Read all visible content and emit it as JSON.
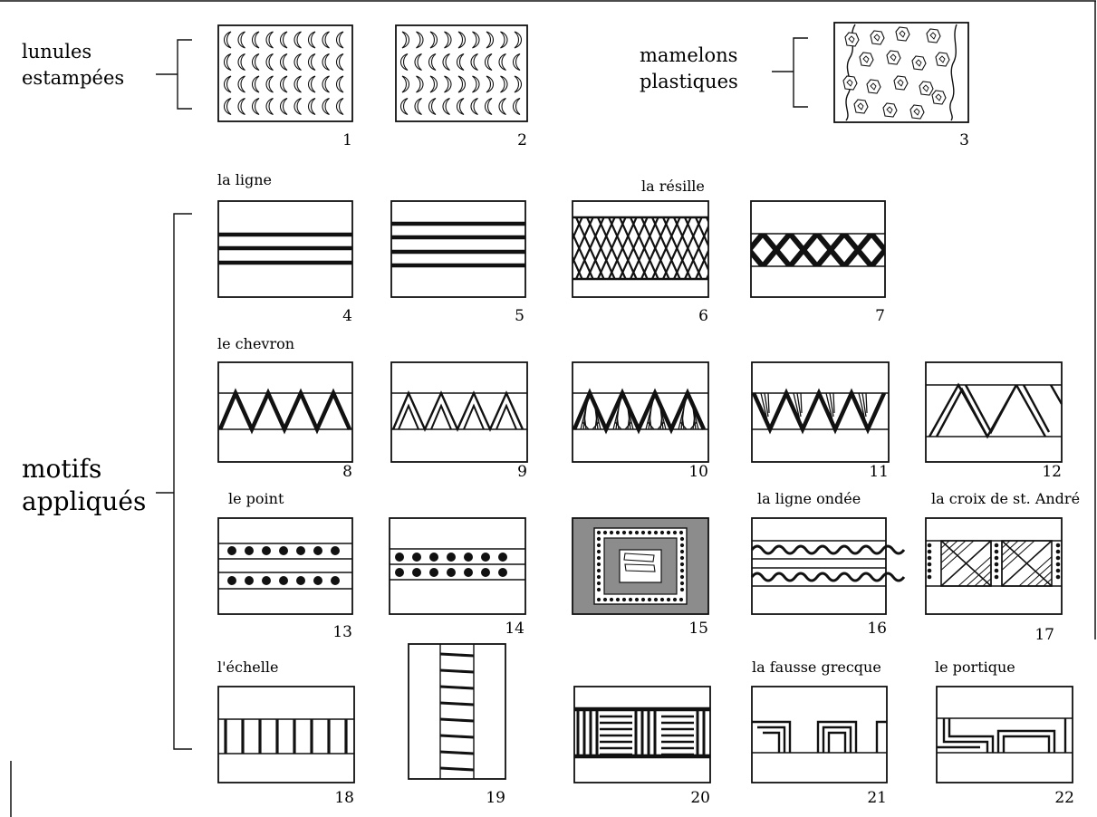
{
  "categories": {
    "lunules": "lunules estampées",
    "mamelons": "mamelons plastiques",
    "motifs": "motifs appliqués"
  },
  "category_lines": {
    "lunules": [
      "lunules",
      "estampées"
    ],
    "mamelons": [
      "mamelons",
      "plastiques"
    ],
    "motifs": [
      "motifs",
      "appliqués"
    ]
  },
  "section_labels": {
    "ligne": "la ligne",
    "resille": "la résille",
    "chevron": "le chevron",
    "point": "le point",
    "ligne_ondee": "la ligne ondée",
    "croix": "la croix de st. André",
    "echelle": "l'échelle",
    "grecque": "la fausse grecque",
    "portique": "le portique"
  },
  "panels": [
    {
      "id": "1",
      "motif": "stamped-lunules-left"
    },
    {
      "id": "2",
      "motif": "stamped-lunules-mixed"
    },
    {
      "id": "3",
      "motif": "plastic-nipples"
    },
    {
      "id": "4",
      "motif": "three-lines"
    },
    {
      "id": "5",
      "motif": "four-lines"
    },
    {
      "id": "6",
      "motif": "fine-net"
    },
    {
      "id": "7",
      "motif": "coarse-net"
    },
    {
      "id": "8",
      "motif": "chevron-simple"
    },
    {
      "id": "9",
      "motif": "chevron-double"
    },
    {
      "id": "10",
      "motif": "chevron-hatched"
    },
    {
      "id": "11",
      "motif": "chevron-inverted-hatched"
    },
    {
      "id": "12",
      "motif": "chevron-wide-triple"
    },
    {
      "id": "13",
      "motif": "dots-two-bands"
    },
    {
      "id": "14",
      "motif": "dots-one-band"
    },
    {
      "id": "15",
      "motif": "dotted-frame-grey"
    },
    {
      "id": "16",
      "motif": "wavy-lines"
    },
    {
      "id": "17",
      "motif": "st-andrew-cross"
    },
    {
      "id": "18",
      "motif": "ladder-horizontal"
    },
    {
      "id": "19",
      "motif": "ladder-vertical"
    },
    {
      "id": "20",
      "motif": "alternating-ladder"
    },
    {
      "id": "21",
      "motif": "false-meander"
    },
    {
      "id": "22",
      "motif": "portico"
    }
  ],
  "colors": {
    "ink": "#111111",
    "grey_fill": "#8c8c8c",
    "paper": "#ffffff"
  }
}
